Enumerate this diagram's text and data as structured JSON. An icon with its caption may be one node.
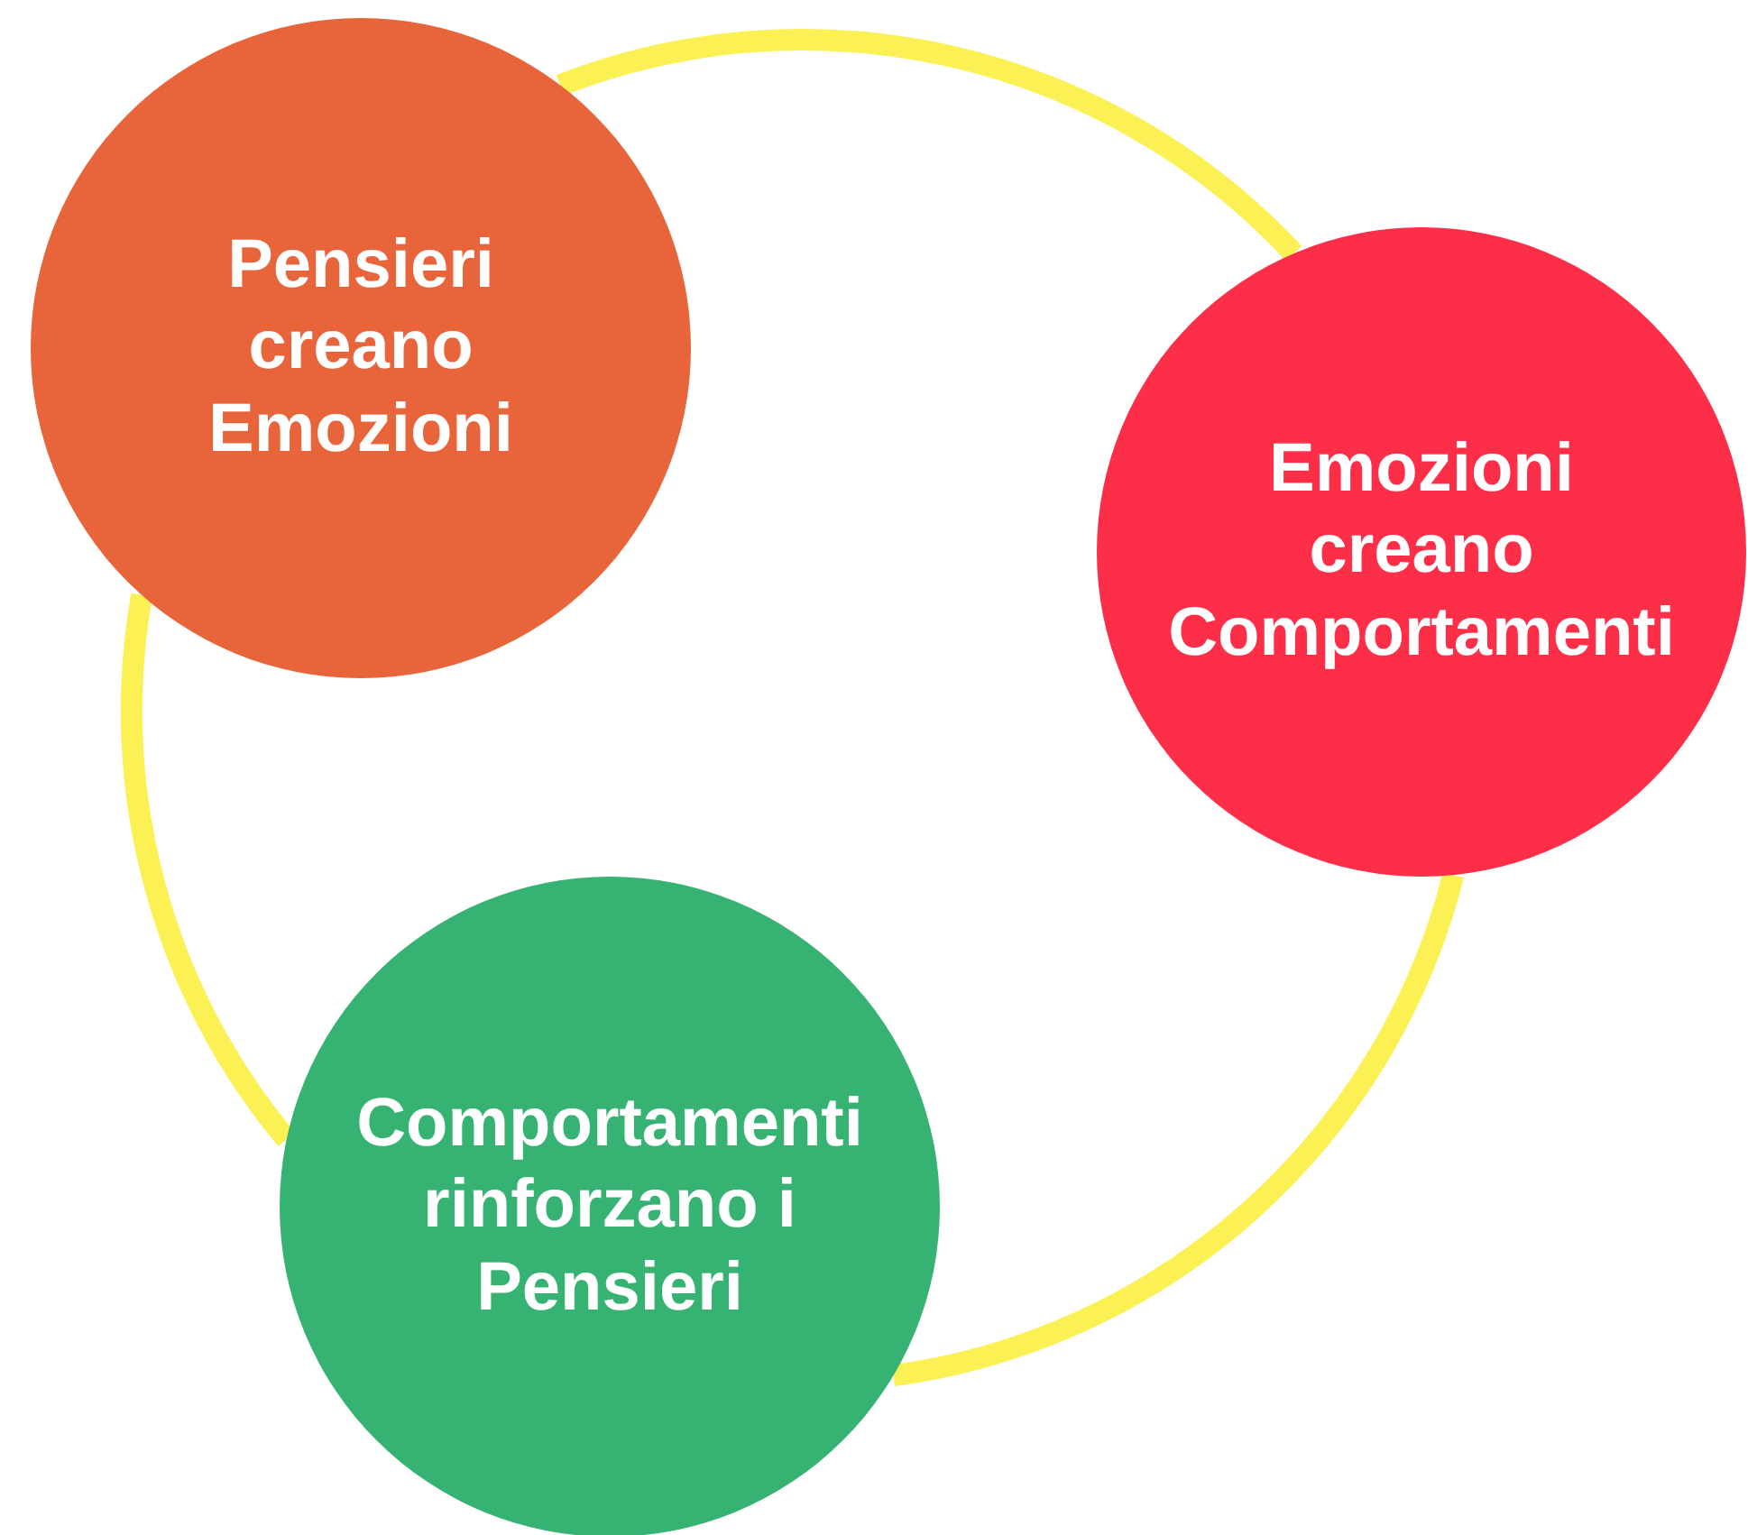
{
  "diagram": {
    "nodes": [
      {
        "text": [
          "Pensieri creano Emozioni"
        ]
      },
      {
        "text": [
          "Emozioni creano Comportamenti"
        ]
      },
      {
        "text": [
          "Comportamenti rinforzano i Pensieri"
        ]
      }
    ],
    "edges": [
      {
        "from": 0,
        "to": 1,
        "arrow": "none"
      },
      {
        "from": 1,
        "to": 2,
        "arrow": "none"
      },
      {
        "from": 2,
        "to": 0,
        "arrow": "none"
      }
    ]
  }
}
